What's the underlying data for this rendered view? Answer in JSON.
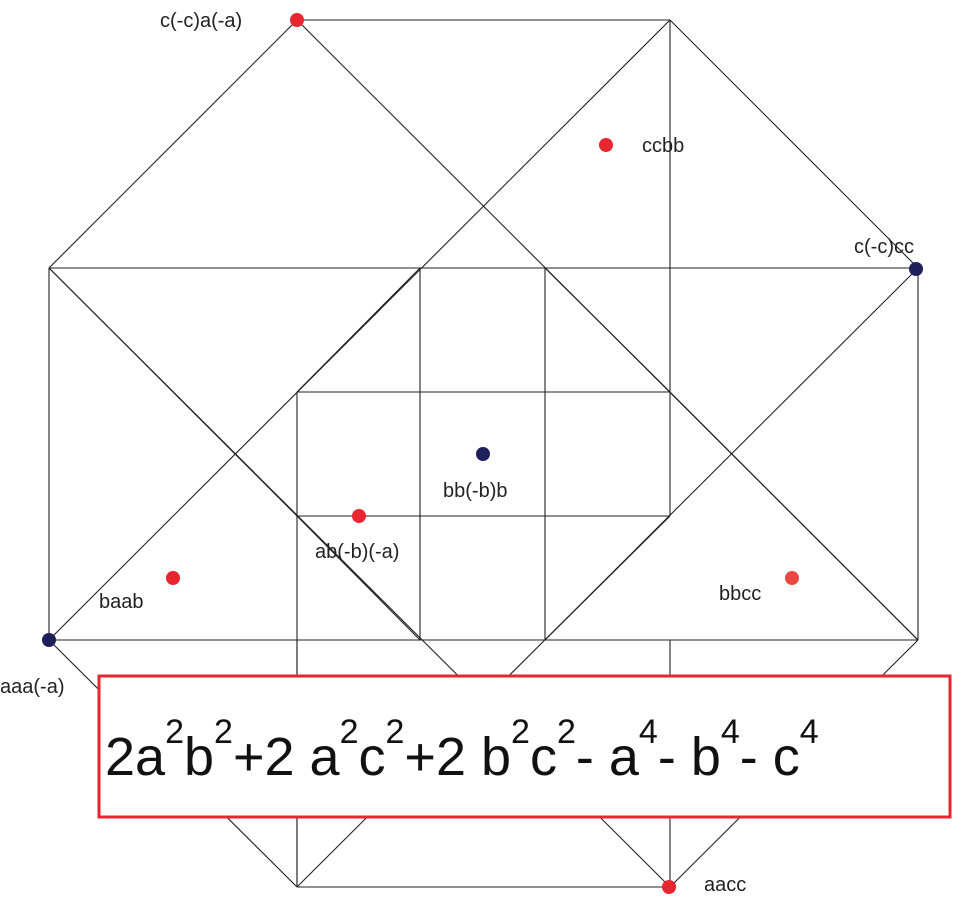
{
  "diagram": {
    "line_color": "#222222",
    "formula_box_color": "#e8262f",
    "formula": {
      "parts": [
        "2a",
        "b",
        "+2 a",
        "c",
        "+2 b",
        "c",
        "- a",
        "-  b",
        "- c"
      ],
      "exponents": [
        "2",
        "2",
        "2",
        "2",
        "2",
        "2",
        "4",
        "4",
        "4"
      ]
    },
    "points": [
      {
        "label": "c(-c)a(-a)",
        "color": "#e8262f"
      },
      {
        "label": "ccbb",
        "color": "#e8262f"
      },
      {
        "label": "c(-c)cc",
        "color": "#1f1f5c"
      },
      {
        "label": "bb(-b)b",
        "color": "#1f1f5c"
      },
      {
        "label": "ab(-b)(-a)",
        "color": "#e8262f"
      },
      {
        "label": "baab",
        "color": "#e8262f"
      },
      {
        "label": "bbcc",
        "color": "#e8483f"
      },
      {
        "label": "aaa(-a)",
        "color": "#1f1f5c"
      },
      {
        "label": "aacc",
        "color": "#e8262f"
      }
    ]
  }
}
